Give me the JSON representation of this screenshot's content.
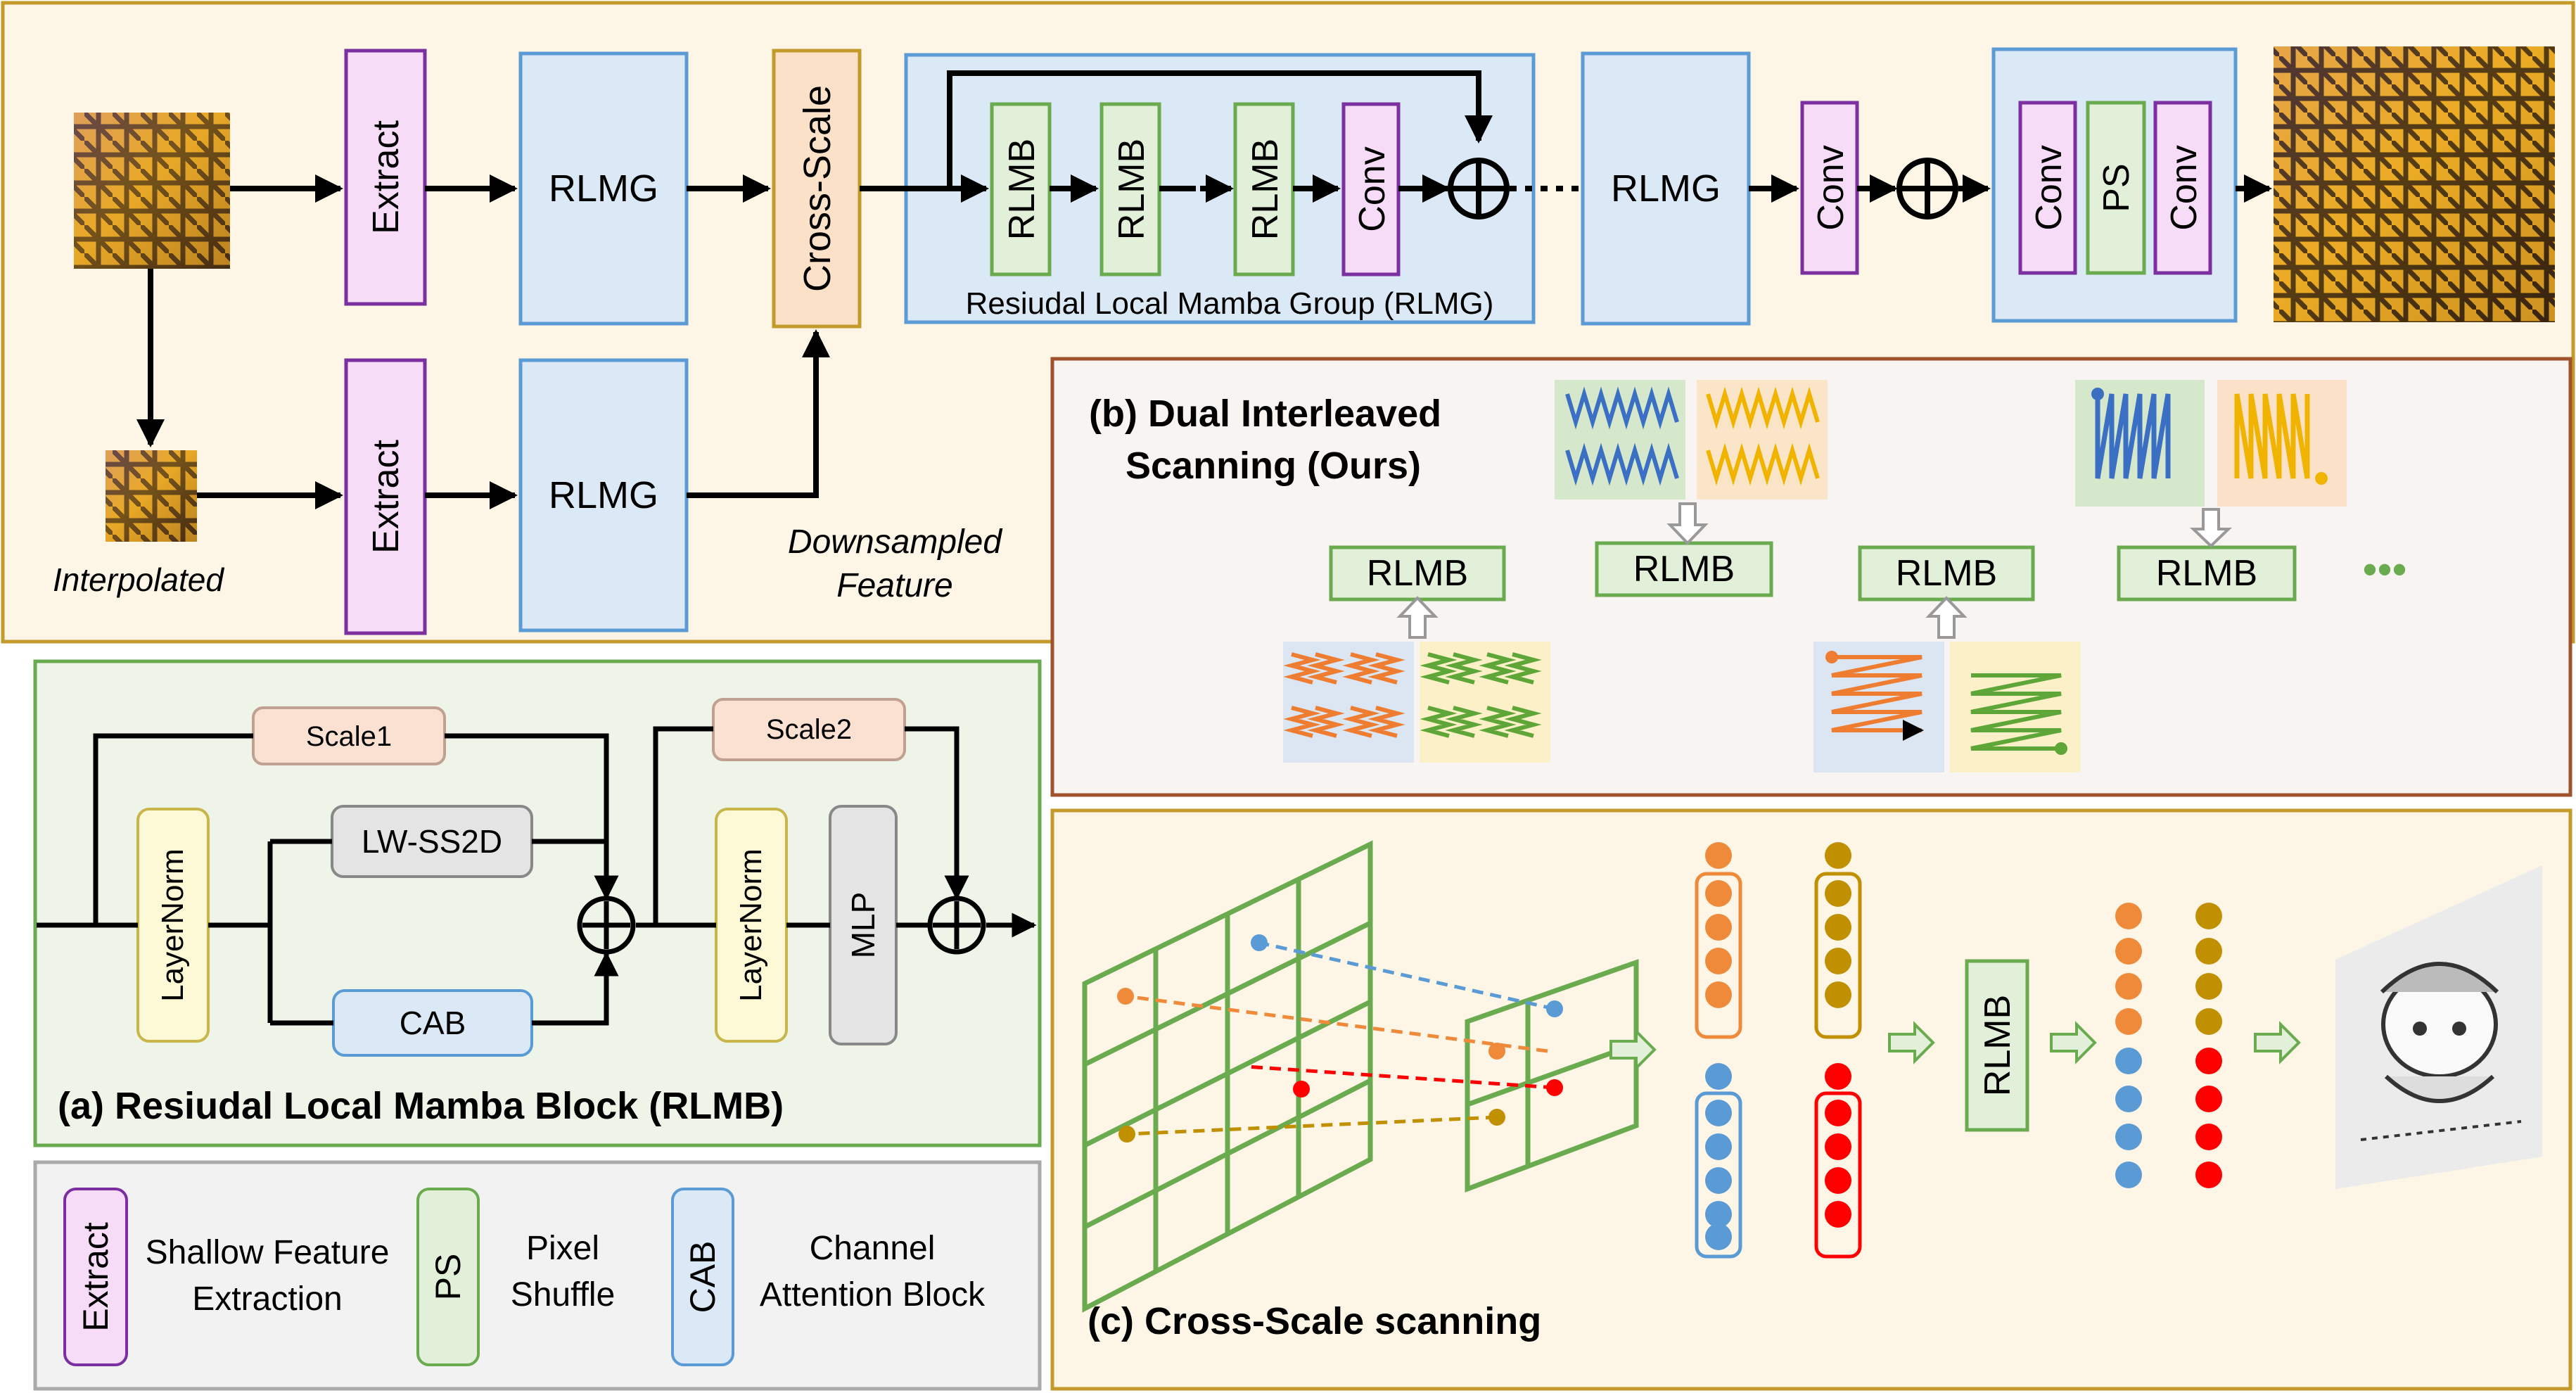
{
  "top": {
    "extract_top": "Extract",
    "extract_bottom": "Extract",
    "rlmg_top": "RLMG",
    "rlmg_bottom": "RLMG",
    "cross_scale": "Cross-Scale",
    "interpolated": "Interpolated",
    "downsampled_line1": "Downsampled",
    "downsampled_line2": "Feature",
    "group_blocks": [
      "RLMB",
      "RLMB",
      "RLMB"
    ],
    "group_conv": "Conv",
    "group_title": "Resiudal Local Mamba Group (RLMG)",
    "rlmg_after": "RLMG",
    "conv_after": "Conv",
    "tail": [
      "Conv",
      "PS",
      "Conv"
    ]
  },
  "panel_b": {
    "title_line1": "(b) Dual Interleaved",
    "title_line2": "Scanning (Ours)",
    "rlmb_labels": [
      "RLMB",
      "RLMB",
      "RLMB",
      "RLMB"
    ],
    "ellipsis": "•••"
  },
  "panel_a": {
    "scale1": "Scale1",
    "scale2": "Scale2",
    "layernorm1": "LayerNorm",
    "layernorm2": "LayerNorm",
    "lw_ss2d": "LW-SS2D",
    "cab": "CAB",
    "mlp": "MLP",
    "caption": "(a) Resiudal Local Mamba Block (RLMB)"
  },
  "legend": {
    "extract_box": "Extract",
    "extract_line1": "Shallow Feature",
    "extract_line2": "Extraction",
    "ps_box": "PS",
    "ps_line1": "Pixel",
    "ps_line2": "Shuffle",
    "cab_box": "CAB",
    "cab_line1": "Channel",
    "cab_line2": "Attention Block"
  },
  "panel_c": {
    "rlmb": "RLMB",
    "caption": "(c) Cross-Scale scanning"
  },
  "colors": {
    "orange_border": "#c49a2a",
    "purple": "#7b2fa0",
    "purple_fill": "#f7dcf7",
    "blue_border": "#5b9bd5",
    "blue_fill": "#dbe8f5",
    "green_border": "#6aab4f",
    "green_fill": "#e2f0d9",
    "dot_orange": "#ee8a3a",
    "dot_blue": "#5b9bd5",
    "dot_gold": "#c09000",
    "dot_red": "#ff0000"
  }
}
